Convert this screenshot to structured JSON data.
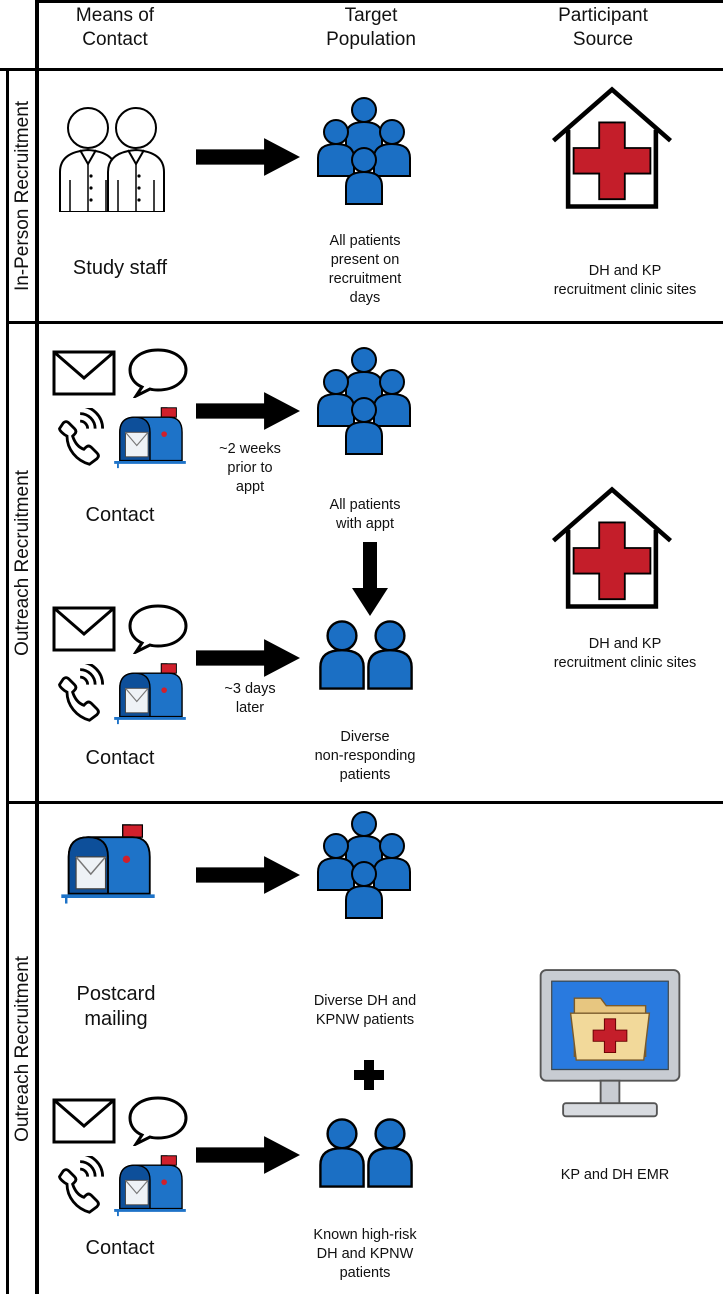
{
  "colors": {
    "people_blue": "#1b6fc4",
    "mailbox_blue": "#1e73c8",
    "cross_red": "#c41e2a",
    "grid": "#000000"
  },
  "header": {
    "col1": "Means of\nContact",
    "col2": "Target\nPopulation",
    "col3": "Participant\nSource"
  },
  "rows": [
    {
      "label": "In-Person Recruitment",
      "means": [
        {
          "icon": "study-staff-icon",
          "label": "Study staff"
        }
      ],
      "populations": [
        {
          "icon": "group-icon",
          "label": "All patients\npresent on\nrecruitment\ndays"
        }
      ],
      "source": {
        "icon": "clinic-house-icon",
        "label": "DH and KP\nrecruitment clinic sites"
      }
    },
    {
      "label": "Outreach Recruitment",
      "means": [
        {
          "icon": "contact-channels-icon",
          "label": "Contact",
          "timing": "~2 weeks\nprior to\nappt"
        },
        {
          "icon": "contact-channels-icon",
          "label": "Contact",
          "timing": "~3 days\nlater"
        }
      ],
      "populations": [
        {
          "icon": "group-icon",
          "label": "All patients\nwith appt"
        },
        {
          "icon": "pair-icon",
          "label": "Diverse\nnon-responding\npatients"
        }
      ],
      "source": {
        "icon": "clinic-house-icon",
        "label": "DH and KP\nrecruitment clinic sites"
      }
    },
    {
      "label": "Outreach Recruitment",
      "means": [
        {
          "icon": "mailbox-icon",
          "label": "Postcard\nmailing"
        },
        {
          "icon": "contact-channels-icon",
          "label": "Contact"
        }
      ],
      "populations": [
        {
          "icon": "group-icon",
          "label": "Diverse DH and\nKPNW patients"
        },
        {
          "icon": "pair-icon",
          "label": "Known high-risk\nDH and KPNW\npatients"
        }
      ],
      "source": {
        "icon": "emr-computer-icon",
        "label": "KP and DH EMR"
      }
    }
  ]
}
